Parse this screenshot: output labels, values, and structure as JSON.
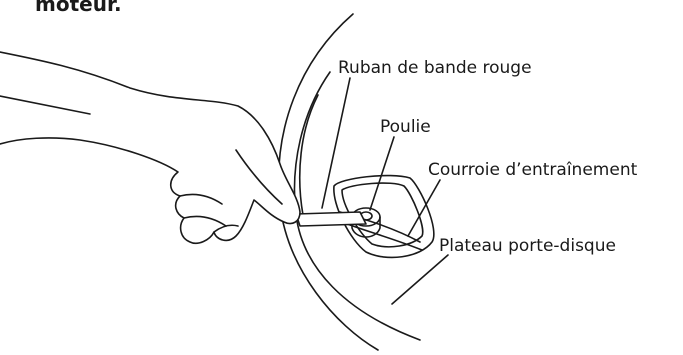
{
  "heading_fragment": "moteur.",
  "callouts": {
    "ruban": "Ruban de bande rouge",
    "poulie": "Poulie",
    "courroie": "Courroie d’entraînement",
    "plateau": "Plateau porte-disque"
  },
  "colors": {
    "line": "#1a1a1a",
    "fill": "#ffffff"
  }
}
